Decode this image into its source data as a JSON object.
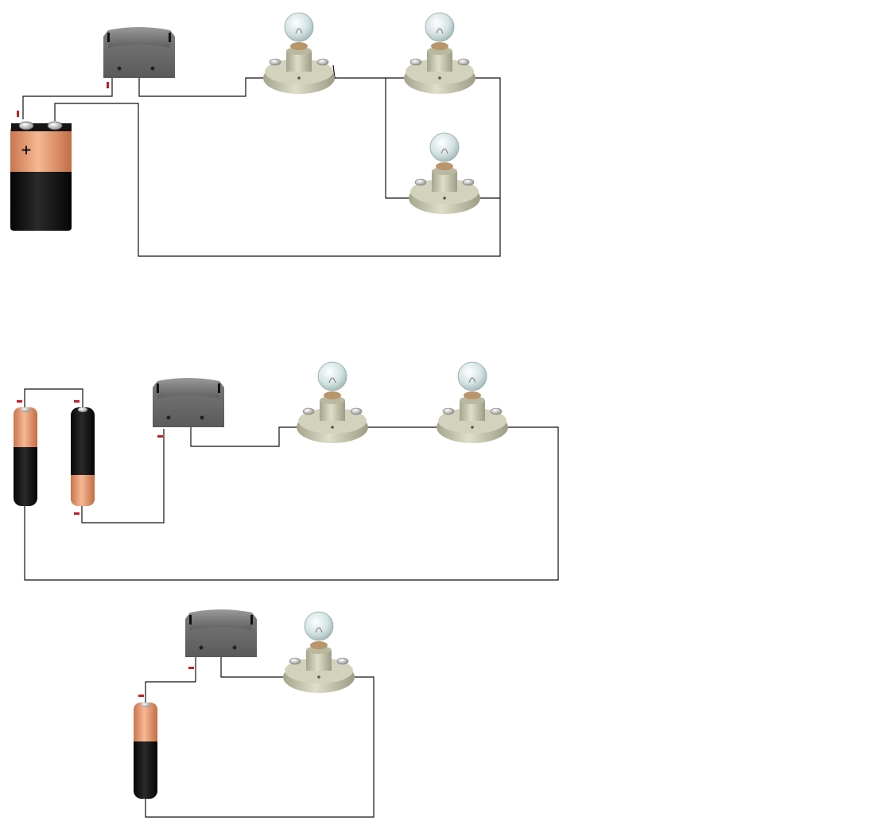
{
  "battery_9v": {
    "polarity_symbol": "+"
  },
  "colors": {
    "wire": "#111111",
    "battery_copper": "#e59a72",
    "battery_black": "#141414",
    "switch_gray": "#6d6d6d",
    "lamp_base": "#c3c3ad",
    "glass": "#dbe7e7",
    "filament_collar": "#b8956a",
    "marker_red": "#c02020"
  },
  "circuits": [
    {
      "name": "circuit-parallel",
      "source": "9v-battery",
      "switch": "rocker-switch",
      "lamps": 3,
      "topology": "parallel"
    },
    {
      "name": "circuit-series",
      "source": "two-aa-batteries",
      "switch": "rocker-switch",
      "lamps": 2,
      "topology": "series"
    },
    {
      "name": "circuit-simple",
      "source": "single-aa-battery",
      "switch": "rocker-switch",
      "lamps": 1,
      "topology": "simple"
    }
  ]
}
